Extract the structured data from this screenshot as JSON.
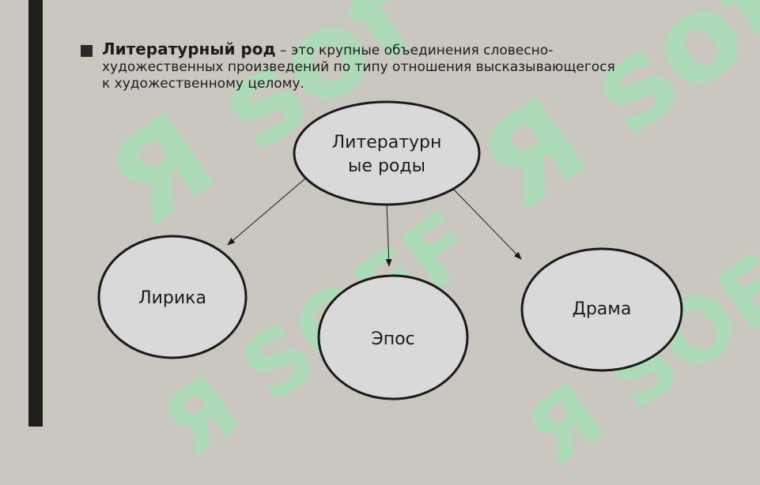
{
  "watermark": {
    "text_1": "Я sof",
    "text_2": "Я sof",
    "text_3": "Я SOFF",
    "text_4": "Я SOFF"
  },
  "definition": {
    "term": "Литературный род",
    "dash": " – ",
    "body": "это крупные объединения словесно-художественных произведений по типу отношения высказывающегося к художественному целому."
  },
  "diagram": {
    "root": {
      "line1": "Литературн",
      "line2": "ые роды"
    },
    "children": [
      {
        "label": "Лирика"
      },
      {
        "label": "Эпос"
      },
      {
        "label": "Драма"
      }
    ]
  },
  "colors": {
    "background": "#cac7c0",
    "ellipse_fill": "#d9d9d9",
    "stroke": "#1a1a1a",
    "watermark": "#96ebaf"
  }
}
